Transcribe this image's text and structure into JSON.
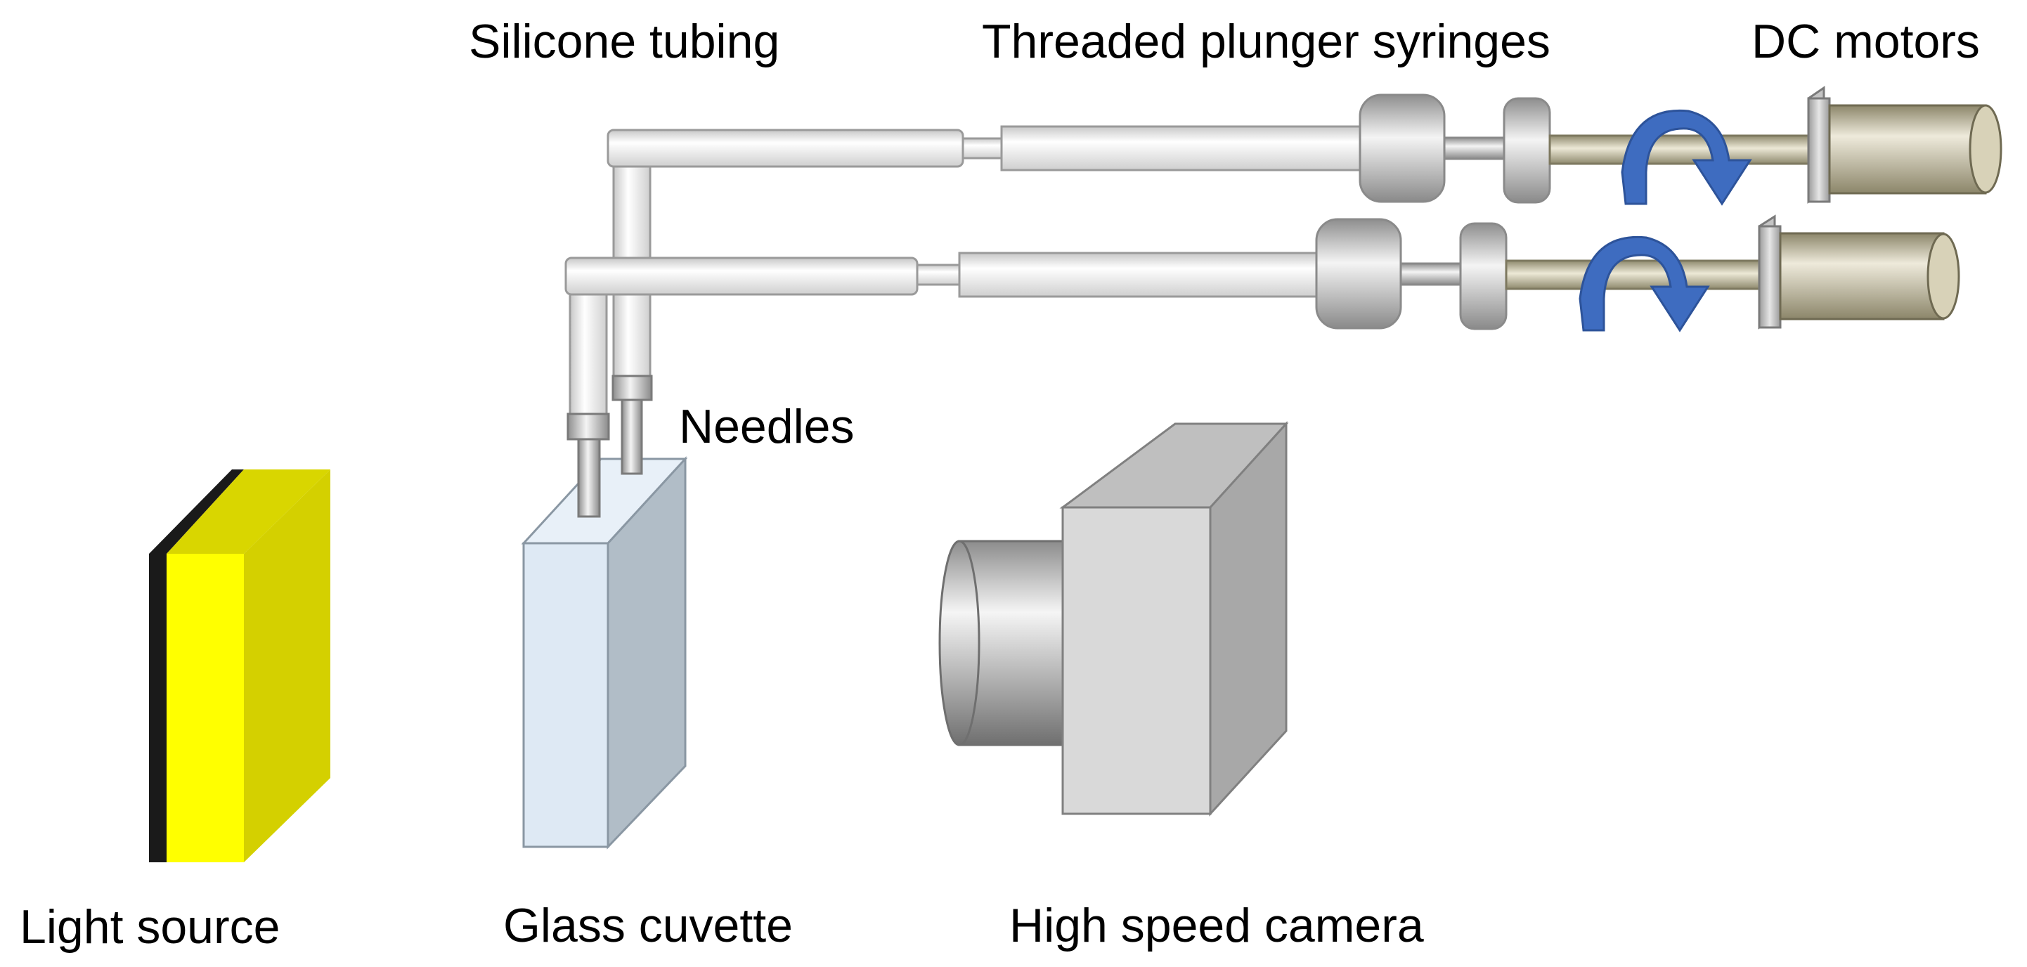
{
  "labels": {
    "silicone_tubing": "Silicone tubing",
    "syringes": "Threaded plunger syringes",
    "dc_motors": "DC motors",
    "needles": "Needles",
    "light_source": "Light source",
    "glass_cuvette": "Glass cuvette",
    "camera": "High speed camera"
  },
  "colors": {
    "light_front": "#FFFF00",
    "light_side": "#D4D000",
    "light_back": "#1A1A1A",
    "cuvette_front": "#DEE9F4",
    "cuvette_side": "#B1BDC7",
    "cuvette_top": "#E8F0F8",
    "camera_front": "#D9D9D9",
    "camera_side": "#A8A8A8",
    "camera_top": "#BFBFBF",
    "motor_body": "#C8C1A3",
    "rotation_arrow": "#3E6CC0"
  },
  "icons": {
    "rotation": "rotation-arrow-icon"
  }
}
